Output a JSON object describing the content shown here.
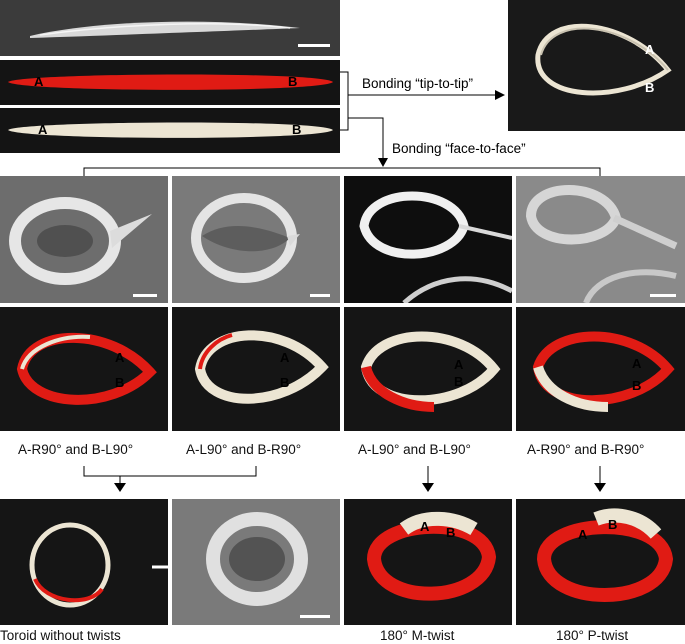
{
  "letters": {
    "a": "A",
    "b": "B"
  },
  "bonding": {
    "tip_to_tip": "Bonding “tip-to-tip”",
    "face_to_face": "Bonding “face-to-face”"
  },
  "twist_labels": [
    "A-R90° and B-L90°",
    "A-L90° and B-R90°",
    "A-L90° and B-L90°",
    "A-R90° and B-R90°"
  ],
  "results": {
    "toroid": "Toroid without twists",
    "m_twist": "180° M-twist",
    "p_twist": "180° P-twist"
  },
  "colors": {
    "red": "#e01b14",
    "cream": "#ede6d4",
    "black_bg": "#161616",
    "sem_bg": "#6e6e6e"
  }
}
